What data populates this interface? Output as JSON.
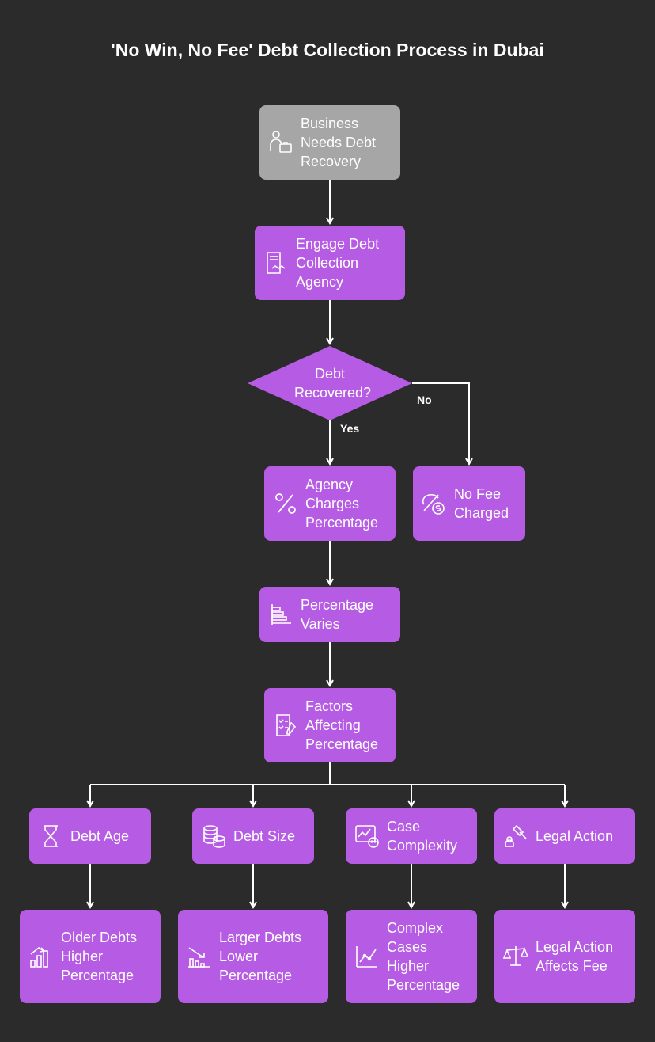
{
  "title": "'No Win, No Fee' Debt Collection Process in Dubai",
  "nodes": {
    "business": "Business Needs Debt Recovery",
    "engage": "Engage Debt Collection Agency",
    "decision": "Debt Recovered?",
    "agency_charges": "Agency Charges Percentage",
    "no_fee": "No Fee Charged",
    "varies": "Percentage Varies",
    "factors": "Factors Affecting Percentage",
    "debt_age": "Debt Age",
    "debt_size": "Debt Size",
    "case_complexity": "Case Complexity",
    "legal_action": "Legal Action",
    "older_debts": "Older Debts Higher Percentage",
    "larger_debts": "Larger Debts Lower Percentage",
    "complex_cases": "Complex Cases Higher Percentage",
    "legal_affects": "Legal Action Affects Fee"
  },
  "edge_labels": {
    "yes": "Yes",
    "no": "No"
  },
  "colors": {
    "background": "#2b2b2b",
    "node": "#b65be3",
    "start_node": "#a6a6a6",
    "line": "#ffffff"
  }
}
